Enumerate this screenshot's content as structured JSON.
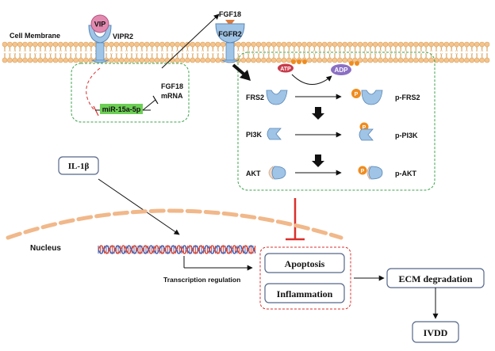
{
  "labels": {
    "cell_membrane": "Cell Membrane",
    "vip": "VIP",
    "vipr2": "VIPR2",
    "fgf18": "FGF18",
    "fgfr2": "FGFR2",
    "mirna": "miR-15a-5p",
    "fgf18_mrna_line1": "FGF18",
    "fgf18_mrna_line2": "mRNA",
    "atp": "ATP",
    "adp": "ADP",
    "p": "P",
    "frs2": "FRS2",
    "p_frs2": "p-FRS2",
    "pi3k": "PI3K",
    "p_pi3k": "p-PI3K",
    "akt": "AKT",
    "p_akt": "p-AKT",
    "il1b": "IL-1β",
    "nucleus": "Nucleus",
    "transcription": "Transcription regulation",
    "apoptosis": "Apoptosis",
    "inflammation": "Inflammation",
    "ecm": "ECM degradation",
    "ivdd": "IVDD"
  },
  "colors": {
    "membrane_head": "#f5c48e",
    "membrane_stroke": "#d9a25c",
    "receptor": "#9fc4e6",
    "receptor_stroke": "#5b88b8",
    "vip_pink": "#e38ab1",
    "fgf18_orange": "#e07a3a",
    "box_green": "#3ba34a",
    "mirna_green": "#6ccf54",
    "inhibit_red": "#d9302c",
    "phospho": "#f08c1e",
    "adp_purple": "#8b6fc4",
    "atp_red": "#c83a4a",
    "box_border": "#56678a",
    "dna_blue": "#4a63b3",
    "dna_red": "#d94b3a",
    "nucleus_orange": "#f1b88a"
  }
}
